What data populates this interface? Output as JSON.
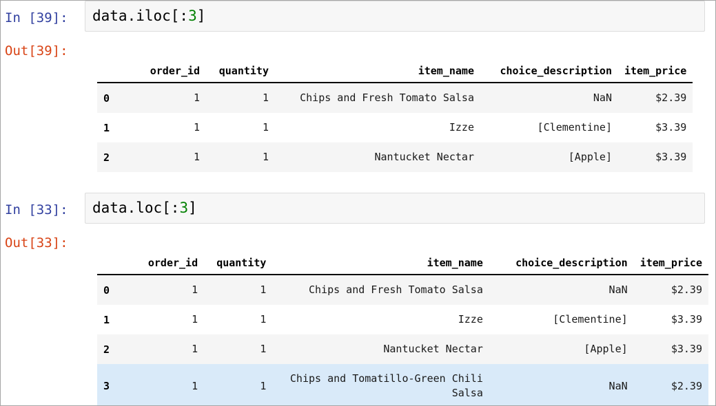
{
  "notebook": {
    "cells": [
      {
        "prompt_in": "In [39]:",
        "prompt_out": "Out[39]:",
        "code_prefix": "data.iloc[:",
        "code_number": "3",
        "code_suffix": "]",
        "table": {
          "index_header": "",
          "columns": [
            "order_id",
            "quantity",
            "item_name",
            "choice_description",
            "item_price"
          ],
          "rows": [
            {
              "index": "0",
              "order_id": "1",
              "quantity": "1",
              "item_name": "Chips and Fresh Tomato Salsa",
              "choice_description": "NaN",
              "item_price": "$2.39",
              "highlight": false
            },
            {
              "index": "1",
              "order_id": "1",
              "quantity": "1",
              "item_name": "Izze",
              "choice_description": "[Clementine]",
              "item_price": "$3.39",
              "highlight": false
            },
            {
              "index": "2",
              "order_id": "1",
              "quantity": "1",
              "item_name": "Nantucket Nectar",
              "choice_description": "[Apple]",
              "item_price": "$3.39",
              "highlight": false
            }
          ]
        }
      },
      {
        "prompt_in": "In [33]:",
        "prompt_out": "Out[33]:",
        "code_prefix": "data.loc[:",
        "code_number": "3",
        "code_suffix": "]",
        "table": {
          "index_header": "",
          "columns": [
            "order_id",
            "quantity",
            "item_name",
            "choice_description",
            "item_price"
          ],
          "rows": [
            {
              "index": "0",
              "order_id": "1",
              "quantity": "1",
              "item_name": "Chips and Fresh Tomato Salsa",
              "choice_description": "NaN",
              "item_price": "$2.39",
              "highlight": false
            },
            {
              "index": "1",
              "order_id": "1",
              "quantity": "1",
              "item_name": "Izze",
              "choice_description": "[Clementine]",
              "item_price": "$3.39",
              "highlight": false
            },
            {
              "index": "2",
              "order_id": "1",
              "quantity": "1",
              "item_name": "Nantucket Nectar",
              "choice_description": "[Apple]",
              "item_price": "$3.39",
              "highlight": false
            },
            {
              "index": "3",
              "order_id": "1",
              "quantity": "1",
              "item_name": "Chips and Tomatillo-Green Chili Salsa",
              "choice_description": "NaN",
              "item_price": "$2.39",
              "highlight": true
            }
          ]
        }
      }
    ]
  },
  "colors": {
    "prompt_in": "#303f9f",
    "prompt_out": "#d84315",
    "code_bg": "#f7f7f7",
    "number_token": "#008000",
    "row_stripe": "#f5f5f5",
    "row_highlight": "#d9eaf9"
  }
}
